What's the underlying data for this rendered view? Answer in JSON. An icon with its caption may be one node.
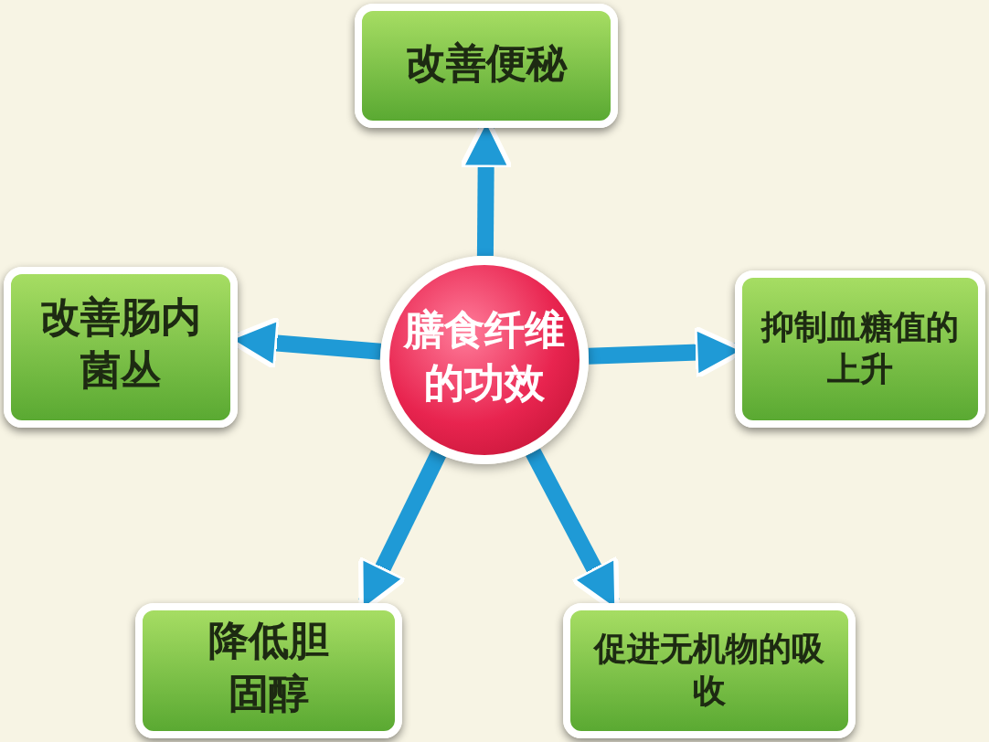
{
  "diagram": {
    "nodes": [
      {
        "text": [
          "膳食纤维的功效"
        ]
      },
      {
        "text": [
          "改善便秘"
        ]
      },
      {
        "text": [
          "抑制血糖值的上升"
        ]
      },
      {
        "text": [
          "促进无机物的吸收"
        ]
      },
      {
        "text": [
          "降低胆固醇"
        ]
      },
      {
        "text": [
          "改善肠内菌丛"
        ]
      }
    ],
    "edges": [
      {
        "from": 0,
        "to": 1,
        "arrow": "to"
      },
      {
        "from": 0,
        "to": 2,
        "arrow": "to"
      },
      {
        "from": 0,
        "to": 3,
        "arrow": "to"
      },
      {
        "from": 0,
        "to": 4,
        "arrow": "to"
      },
      {
        "from": 0,
        "to": 5,
        "arrow": "to"
      }
    ]
  }
}
